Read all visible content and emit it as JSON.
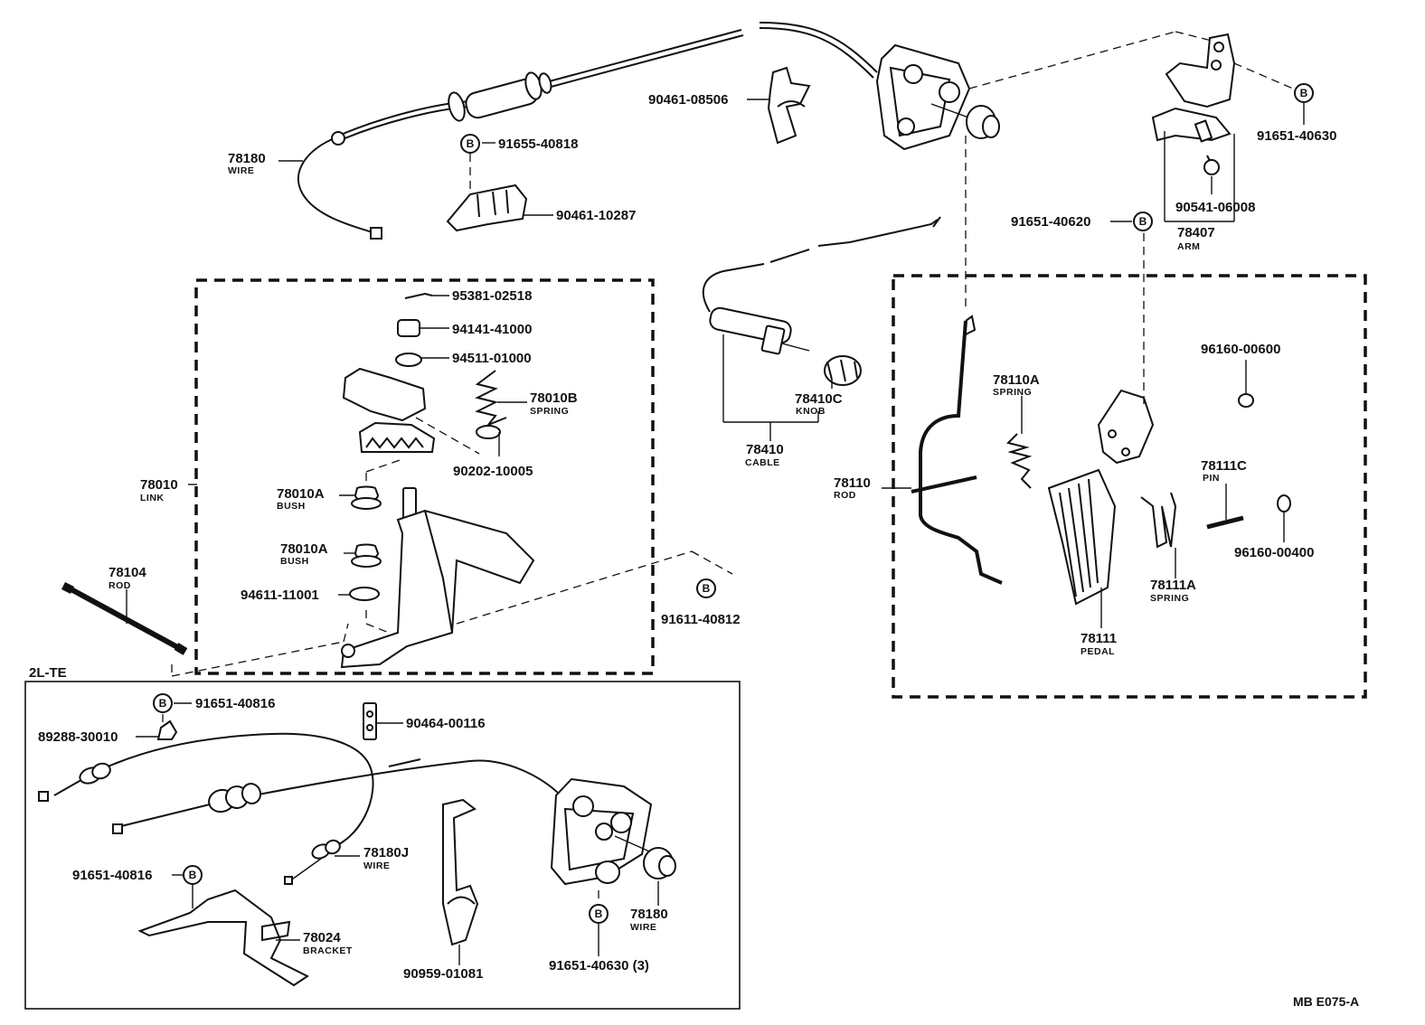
{
  "diagram": {
    "ref_code": "MB E075-A",
    "inset_label": "2L-TE",
    "b_marker": "B",
    "labels": [
      {
        "id": "wire-78180-top",
        "num": "78180",
        "name": "WIRE"
      },
      {
        "id": "clip-91655-40818",
        "num": "91655-40818",
        "name": ""
      },
      {
        "id": "clamp-90461-10287",
        "num": "90461-10287",
        "name": ""
      },
      {
        "id": "clamp-90461-08506",
        "num": "90461-08506",
        "name": ""
      },
      {
        "id": "bolt-91651-40630-top",
        "num": "91651-40630",
        "name": ""
      },
      {
        "id": "cushion-90541-06008",
        "num": "90541-06008",
        "name": ""
      },
      {
        "id": "arm-78407",
        "num": "78407",
        "name": "ARM"
      },
      {
        "id": "bolt-91651-40620",
        "num": "91651-40620",
        "name": ""
      },
      {
        "id": "pin-95381-02518",
        "num": "95381-02518",
        "name": ""
      },
      {
        "id": "nut-94141-41000",
        "num": "94141-41000",
        "name": ""
      },
      {
        "id": "washer-94511-01000",
        "num": "94511-01000",
        "name": ""
      },
      {
        "id": "spring-78010B",
        "num": "78010B",
        "name": "SPRING"
      },
      {
        "id": "washer-90202-10005",
        "num": "90202-10005",
        "name": ""
      },
      {
        "id": "link-78010",
        "num": "78010",
        "name": "LINK"
      },
      {
        "id": "bush-78010A-1",
        "num": "78010A",
        "name": "BUSH"
      },
      {
        "id": "bush-78010A-2",
        "num": "78010A",
        "name": "BUSH"
      },
      {
        "id": "washer-94611-11001",
        "num": "94611-11001",
        "name": ""
      },
      {
        "id": "rod-78104",
        "num": "78104",
        "name": "ROD"
      },
      {
        "id": "bolt-91611-40812",
        "num": "91611-40812",
        "name": ""
      },
      {
        "id": "knob-78410C",
        "num": "78410C",
        "name": "KNOB"
      },
      {
        "id": "cable-78410",
        "num": "78410",
        "name": "CABLE"
      },
      {
        "id": "rod-78110",
        "num": "78110",
        "name": "ROD"
      },
      {
        "id": "spring-78110A",
        "num": "78110A",
        "name": "SPRING"
      },
      {
        "id": "clip-96160-00600",
        "num": "96160-00600",
        "name": ""
      },
      {
        "id": "pin-78111C",
        "num": "78111C",
        "name": "PIN"
      },
      {
        "id": "clip-96160-00400",
        "num": "96160-00400",
        "name": ""
      },
      {
        "id": "spring-78111A",
        "num": "78111A",
        "name": "SPRING"
      },
      {
        "id": "pedal-78111",
        "num": "78111",
        "name": "PEDAL"
      },
      {
        "id": "bolt-91651-40816-a",
        "num": "91651-40816",
        "name": ""
      },
      {
        "id": "clamp-89288-30010",
        "num": "89288-30010",
        "name": ""
      },
      {
        "id": "clamp-90464-00116",
        "num": "90464-00116",
        "name": ""
      },
      {
        "id": "wire-78180J",
        "num": "78180J",
        "name": "WIRE"
      },
      {
        "id": "bolt-91651-40816-b",
        "num": "91651-40816",
        "name": ""
      },
      {
        "id": "bracket-78024",
        "num": "78024",
        "name": "BRACKET"
      },
      {
        "id": "clamp-90959-01081",
        "num": "90959-01081",
        "name": ""
      },
      {
        "id": "bolt-91651-40630-3",
        "num": "91651-40630 (3)",
        "name": ""
      },
      {
        "id": "wire-78180-inset",
        "num": "78180",
        "name": "WIRE"
      }
    ]
  }
}
